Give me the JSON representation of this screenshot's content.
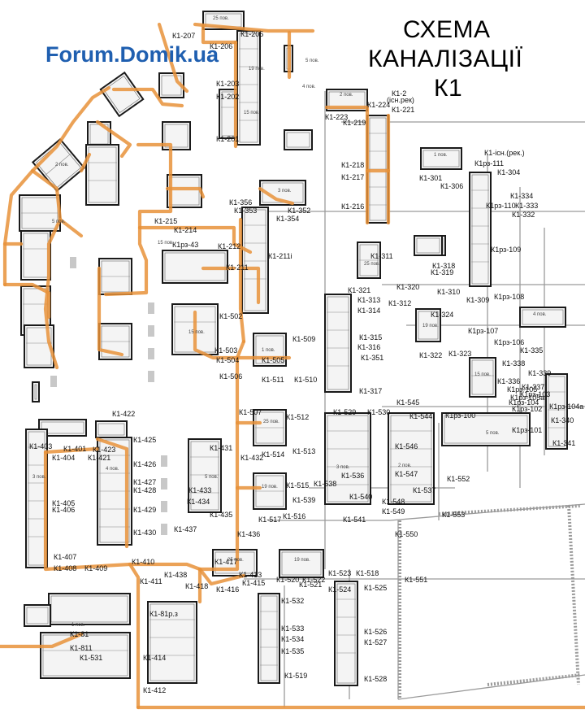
{
  "title": {
    "line1": "СХЕМА",
    "line2": "КАНАЛІЗАЦІЇ",
    "line3": "К1"
  },
  "watermark": "Forum.Domik.ua",
  "colors": {
    "pipe": "#e8923a",
    "wall": "#1a1a1a",
    "gray_pipe": "#9a9a9a",
    "watermark": "#1f5fb0"
  },
  "labels": [
    "К1-207",
    "К1-206",
    "К1-205",
    "К1-203",
    "К1-202",
    "К1-201",
    "К1-2",
    "(існ.рек)",
    "К1-221",
    "К1-224",
    "К1-223",
    "К1-219",
    "К1-218",
    "К1-217",
    "К1-216",
    "К1-356",
    "К1-353",
    "К1-354",
    "К1-352",
    "К1-215",
    "К1-214",
    "К1рз-43",
    "К1-212",
    "К1-211",
    "К1-211i",
    "К1-502",
    "К1-503",
    "К1-504",
    "К1-506",
    "К1-509",
    "К1-505",
    "К1-511",
    "К1-510",
    "К1-301",
    "К1-306",
    "К1-304",
    "К1рз-111",
    "К1-існ.(рек.)",
    "К1рз-110",
    "К1-334",
    "К1-333",
    "К1-332",
    "К1рз-109",
    "К1-311",
    "К1-318",
    "К1-319",
    "К1-320",
    "К1-321",
    "К1-310",
    "К1-309",
    "К1рз-108",
    "К1-313",
    "К1-314",
    "К1-312",
    "К1-315",
    "К1-316",
    "К1-351",
    "К1-317",
    "К1-324",
    "К1-322",
    "К1-323",
    "К1рз-107",
    "К1рз-106",
    "К1-335",
    "К1-338",
    "К1-339",
    "К1-336",
    "К1-337",
    "К1рз-105",
    "К1рз-105а",
    "К1рз-104",
    "К1рз-104а",
    "К1рз-103",
    "К1рз-102",
    "К1рз-101",
    "К1рз-100",
    "К1-340",
    "К1-341",
    "К1-507",
    "К1-512",
    "К1-513",
    "К1-514",
    "К1-515",
    "К1-516",
    "К1-517",
    "К1-545",
    "К1-529",
    "К1-530",
    "К1-544",
    "К1-546",
    "К1-547",
    "К1-536",
    "К1-538",
    "К1-539",
    "К1-540",
    "К1-541",
    "К1-548",
    "К1-549",
    "К1-537",
    "К1-552",
    "К1-553",
    "К1-550",
    "К1-551",
    "К1-431",
    "К1-432",
    "К1-433",
    "К1-434",
    "К1-435",
    "К1-436",
    "К1-437",
    "К1-438",
    "К1-403",
    "К1-401",
    "К1-404",
    "К1-405",
    "К1-406",
    "К1-407",
    "К1-408",
    "К1-409",
    "К1-410",
    "К1-411",
    "К1-421",
    "К1-422",
    "К1-423",
    "К1-425",
    "К1-426",
    "К1-427",
    "К1-428",
    "К1-429",
    "К1-430",
    "К1-417",
    "К1-418",
    "К1-416",
    "К1-415",
    "К1-413",
    "К1-414",
    "К1-412",
    "К1-81р.з",
    "К1-81",
    "К1-811",
    "К1-531",
    "К1-532",
    "К1-533",
    "К1-534",
    "К1-535",
    "К1-519",
    "К1-520",
    "К1-521",
    "К1-522",
    "К1-523",
    "К1-518",
    "К1-524",
    "К1-525",
    "К1-526",
    "К1-527",
    "К1-528"
  ],
  "unit_labels": [
    "25 пов.",
    "19 пов.",
    "15 пов.",
    "5 пов.",
    "4 пов.",
    "3 пов.",
    "2 пов.",
    "1 пов."
  ]
}
